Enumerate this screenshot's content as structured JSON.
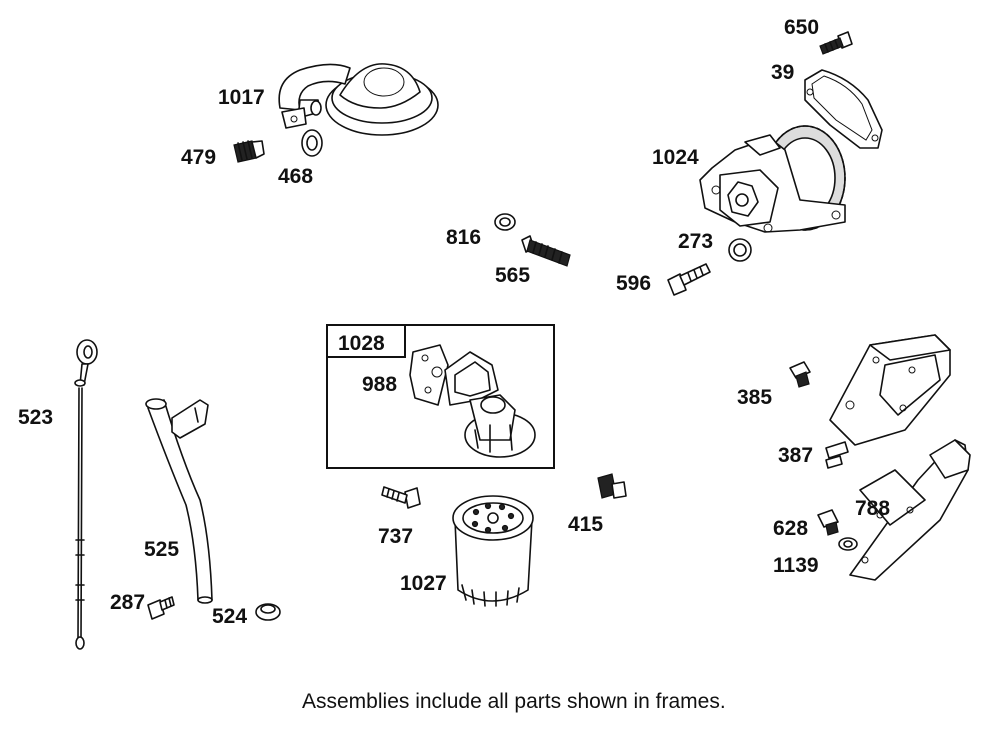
{
  "labels": {
    "p650": "650",
    "p39": "39",
    "p1017": "1017",
    "p479": "479",
    "p468": "468",
    "p1024": "1024",
    "p816": "816",
    "p273": "273",
    "p565": "565",
    "p596": "596",
    "p1028": "1028",
    "p988": "988",
    "p523": "523",
    "p385": "385",
    "p387": "387",
    "p525": "525",
    "p788": "788",
    "p415": "415",
    "p737": "737",
    "p628": "628",
    "p1139": "1139",
    "p1027": "1027",
    "p287": "287",
    "p524": "524"
  },
  "footnote": "Assemblies include all parts shown in frames."
}
